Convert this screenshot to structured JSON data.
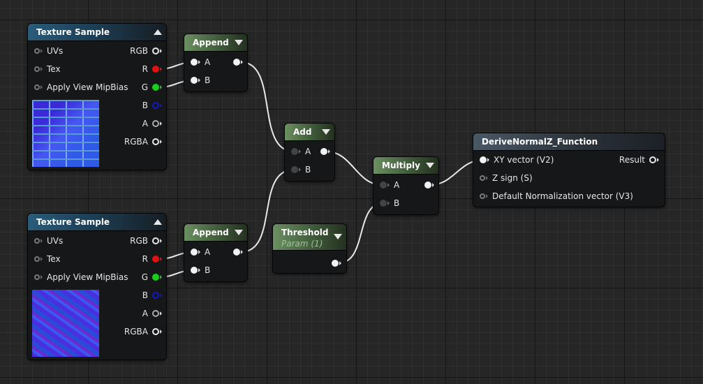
{
  "nodes": {
    "tex1": {
      "title": "Texture Sample",
      "inputs": [
        "UVs",
        "Tex",
        "Apply View MipBias"
      ],
      "outputs": [
        "RGB",
        "R",
        "G",
        "B",
        "A",
        "RGBA"
      ]
    },
    "tex2": {
      "title": "Texture Sample",
      "inputs": [
        "UVs",
        "Tex",
        "Apply View MipBias"
      ],
      "outputs": [
        "RGB",
        "R",
        "G",
        "B",
        "A",
        "RGBA"
      ]
    },
    "append1": {
      "title": "Append",
      "inputs": [
        "A",
        "B"
      ]
    },
    "append2": {
      "title": "Append",
      "inputs": [
        "A",
        "B"
      ]
    },
    "add": {
      "title": "Add",
      "inputs": [
        "A",
        "B"
      ]
    },
    "multiply": {
      "title": "Multiply",
      "inputs": [
        "A",
        "B"
      ]
    },
    "threshold": {
      "title": "Threshold",
      "subtitle": "Param (1)"
    },
    "derive": {
      "title": "DeriveNormalZ_Function",
      "inputs": [
        "XY vector (V2)",
        "Z sign (S)",
        "Default Normalization vector (V3)"
      ],
      "outputs": [
        "Result"
      ]
    }
  },
  "colors": {
    "red_pin": "#e21010",
    "green_pin": "#18d018",
    "blue_pin": "#1616c8",
    "wire": "#e8e8e8"
  }
}
